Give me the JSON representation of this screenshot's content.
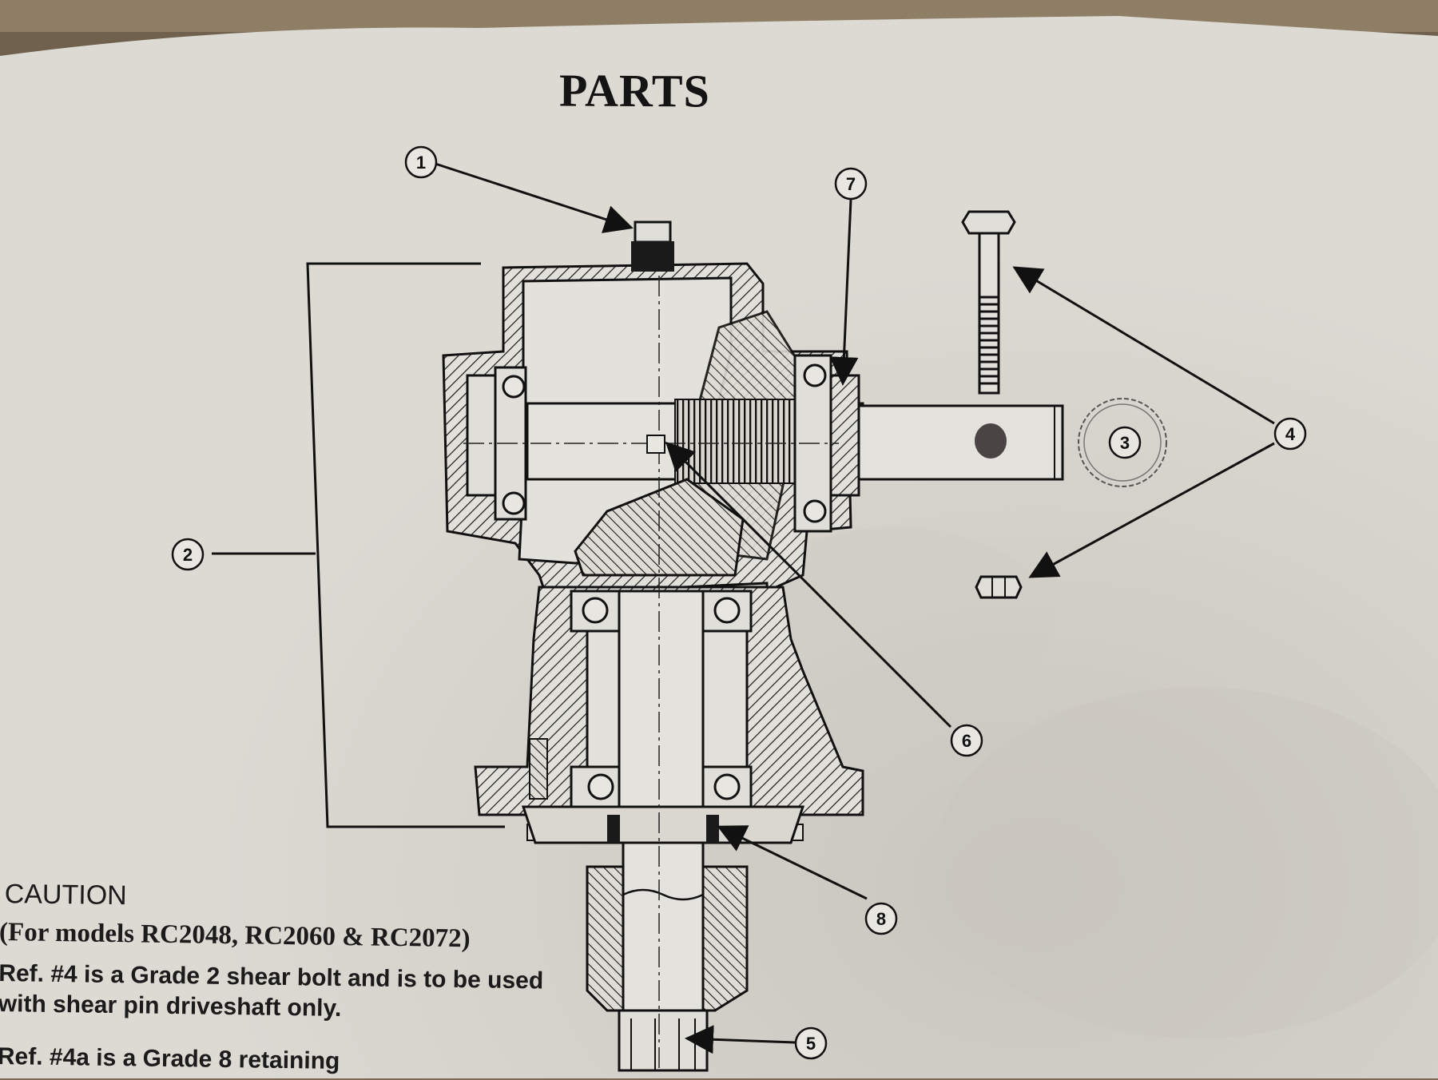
{
  "title": "PARTS",
  "callouts": [
    "1",
    "2",
    "3",
    "4",
    "5",
    "6",
    "7",
    "8"
  ],
  "caution": {
    "heading": "CAUTION",
    "models": "(For models RC2048, RC2060 & RC2072)",
    "note_1": "Ref. #4 is a Grade 2 shear bolt and is to be used with shear pin driveshaft only.",
    "note_2": "Ref. #4a is a Grade 8 retaining"
  },
  "colors": {
    "paper": "#dcdad3",
    "ink": "#1a1a1a",
    "background": "#7a6a55"
  }
}
